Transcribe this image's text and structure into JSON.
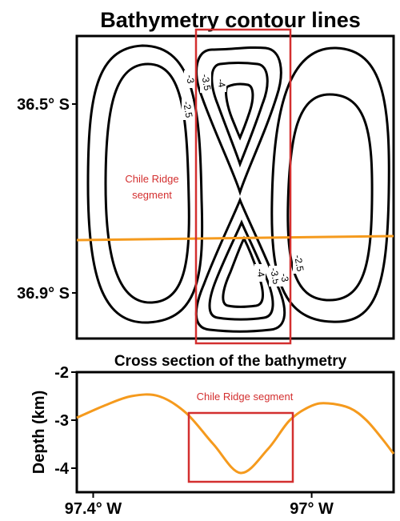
{
  "top_panel": {
    "title": "Bathymetry contour lines",
    "y_ticks": [
      "36.5° S",
      "36.9° S"
    ],
    "contour_labels": [
      "-4",
      "-3.5",
      "-3",
      "-2.5",
      "-4",
      "-3.5",
      "-3",
      "-2.5"
    ],
    "ridge_label_line1": "Chile Ridge",
    "ridge_label_line2": "segment"
  },
  "bottom_panel": {
    "title": "Cross section of the bathymetry",
    "y_label": "Depth (km)",
    "ridge_label": "Chile Ridge segment"
  },
  "colors": {
    "profile": "#f59a1d",
    "box": "#d32f2f",
    "contour": "#000000"
  },
  "chart_data": {
    "type": "line",
    "title": "Cross section of the bathymetry",
    "xlabel": "",
    "ylabel": "Depth (km)",
    "x_ticks": [
      "97.4° W",
      "97° W"
    ],
    "y_ticks": [
      "-2",
      "-3",
      "-4"
    ],
    "xlim": [
      -97.43,
      -96.85
    ],
    "ylim": [
      -4.5,
      -2
    ],
    "series": [
      {
        "x": [
          -97.43,
          -97.38,
          -97.33,
          -97.28,
          -97.23,
          -97.18,
          -97.13,
          -97.08,
          -97.04,
          -97.0,
          -96.97,
          -96.93,
          -96.9,
          -96.87,
          -96.85
        ],
        "y": [
          -2.95,
          -2.7,
          -2.5,
          -2.5,
          -2.85,
          -3.5,
          -4.1,
          -3.6,
          -3.0,
          -2.7,
          -2.65,
          -2.75,
          -3.0,
          -3.4,
          -3.7
        ]
      }
    ],
    "grid": false
  }
}
